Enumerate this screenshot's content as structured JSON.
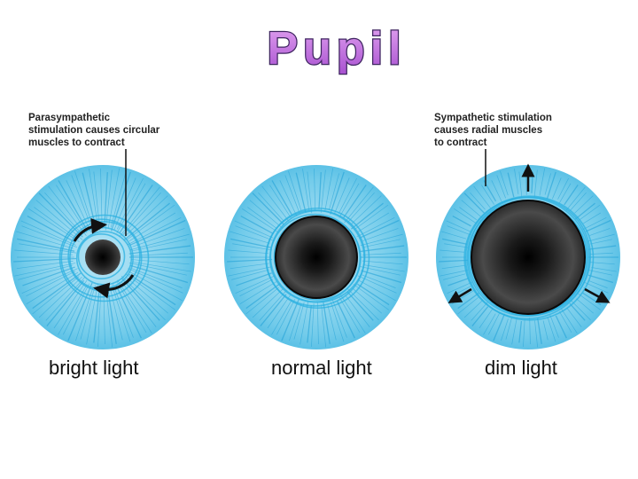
{
  "title": "Pupil",
  "colors": {
    "iris": "#7fd0ec",
    "iris_edge": "#2bb0e0",
    "iris_fiber": "#1d9fd6",
    "pupil_center": "#2a2a2a",
    "pupil_edge": "#050505",
    "title_fill": "#c86ee0",
    "title_stroke": "#4a2a6e",
    "arrow": "#111111"
  },
  "panels": [
    {
      "caption": "bright light",
      "pupil_size": "constricted",
      "note_lines": [
        "Parasympathetic",
        "stimulation causes circular",
        "muscles to contract"
      ],
      "muscle_icon": "circular-arrows-icon"
    },
    {
      "caption": "normal light",
      "pupil_size": "normal"
    },
    {
      "caption": "dim light",
      "pupil_size": "dilated",
      "note_lines": [
        "Sympathetic stimulation",
        "causes radial muscles",
        "to contract"
      ],
      "muscle_icon": "radial-arrows-icon"
    }
  ]
}
